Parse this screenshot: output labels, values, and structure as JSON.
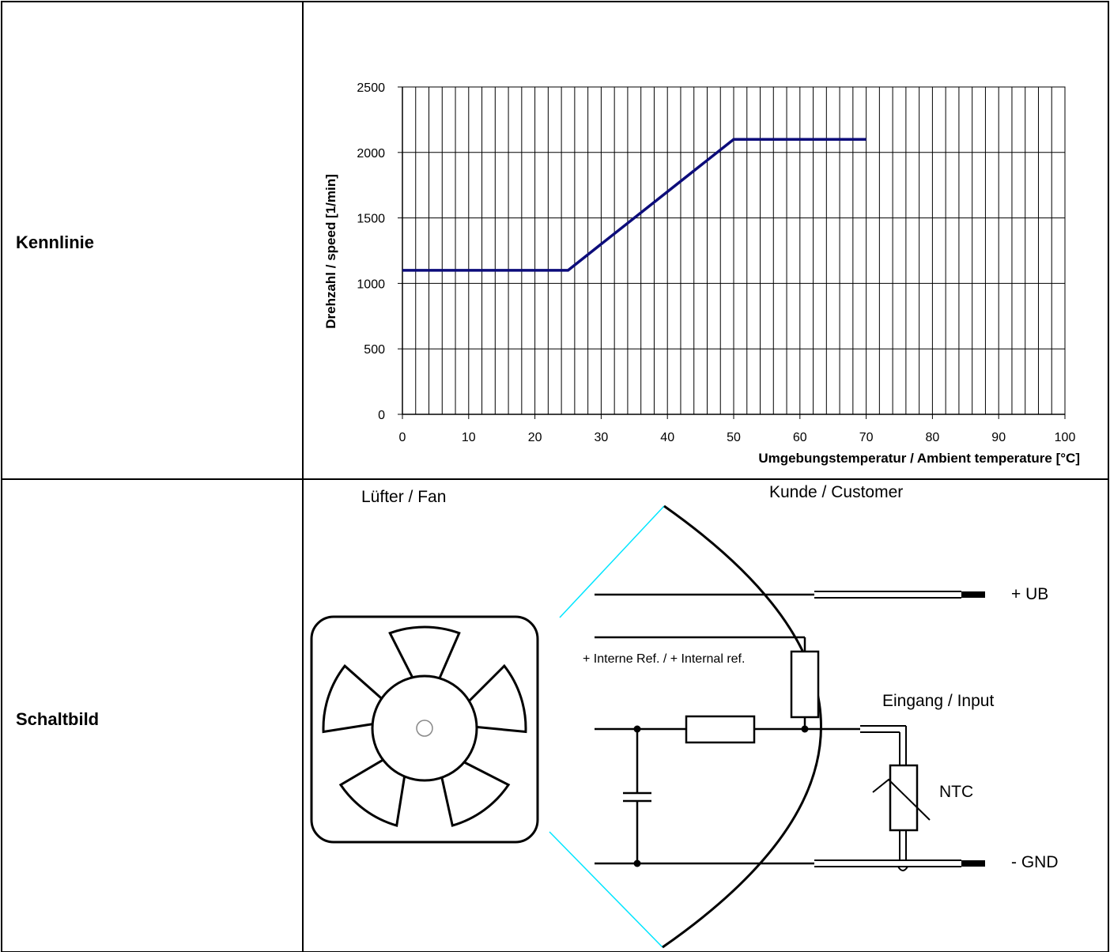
{
  "rows": [
    {
      "label": "Kennlinie"
    },
    {
      "label": "Schaltbild"
    }
  ],
  "chart_data": {
    "type": "line",
    "title": "",
    "xlabel": "Umgebungstemperatur / Ambient temperature [°C]",
    "ylabel": "Drehzahl / speed [1/min]",
    "xlim": [
      0,
      100
    ],
    "ylim": [
      0,
      2500
    ],
    "x_ticks": [
      "0",
      "10",
      "20",
      "30",
      "40",
      "50",
      "60",
      "70",
      "80",
      "90",
      "100"
    ],
    "y_ticks": [
      "0",
      "500",
      "1000",
      "1500",
      "2000",
      "2500"
    ],
    "grid": true,
    "line_color": "#0c0c7a",
    "series": [
      {
        "x": [
          0,
          25,
          50,
          70
        ],
        "y": [
          1100,
          1100,
          2100,
          2100
        ]
      }
    ]
  },
  "schematic": {
    "fan_label": "Lüfter / Fan",
    "customer_label": "Kunde / Customer",
    "ub_label": "+ UB",
    "gnd_label": "- GND",
    "ref_label": "+ Interne Ref. / + Internal ref.",
    "input_label": "Eingang / Input",
    "ntc_label": "NTC",
    "callout_color": "#00e5ff"
  }
}
